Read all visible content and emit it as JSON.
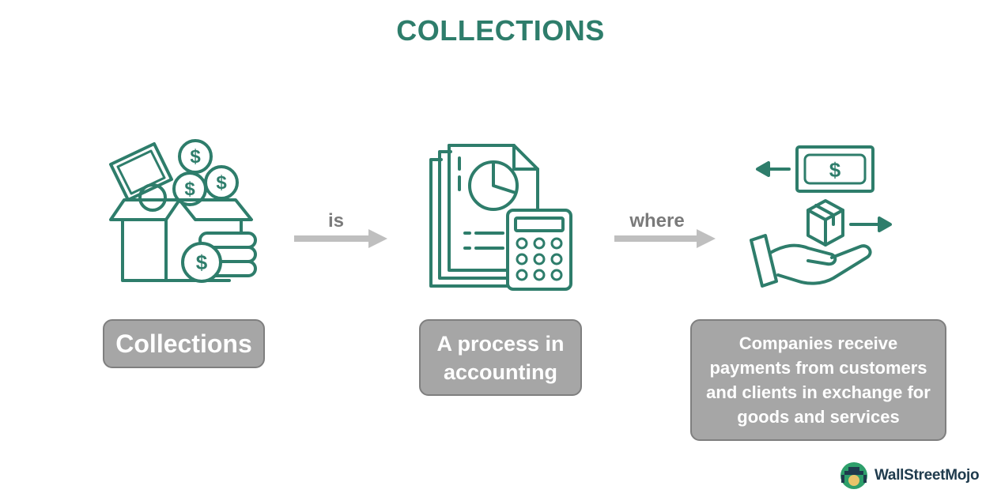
{
  "title": "COLLECTIONS",
  "colors": {
    "icon_stroke": "#2e7d6b",
    "arrow": "#bfbfbf",
    "box_fill": "#a6a6a6",
    "box_border": "#7f7f7f",
    "label": "#7a7a7a"
  },
  "nodes": [
    {
      "text": "Collections",
      "icon": "money-box-icon"
    },
    {
      "text": "A process in accounting",
      "icon": "accounting-report-calculator-icon"
    },
    {
      "text": "Companies receive payments from customers and clients in exchange for goods and services",
      "icon": "hand-payment-exchange-icon"
    }
  ],
  "connectors": [
    {
      "label": "is"
    },
    {
      "label": "where"
    }
  ],
  "logo": {
    "text": "WallStreetMojo",
    "icon": "wallstreetmojo-logo-icon"
  }
}
